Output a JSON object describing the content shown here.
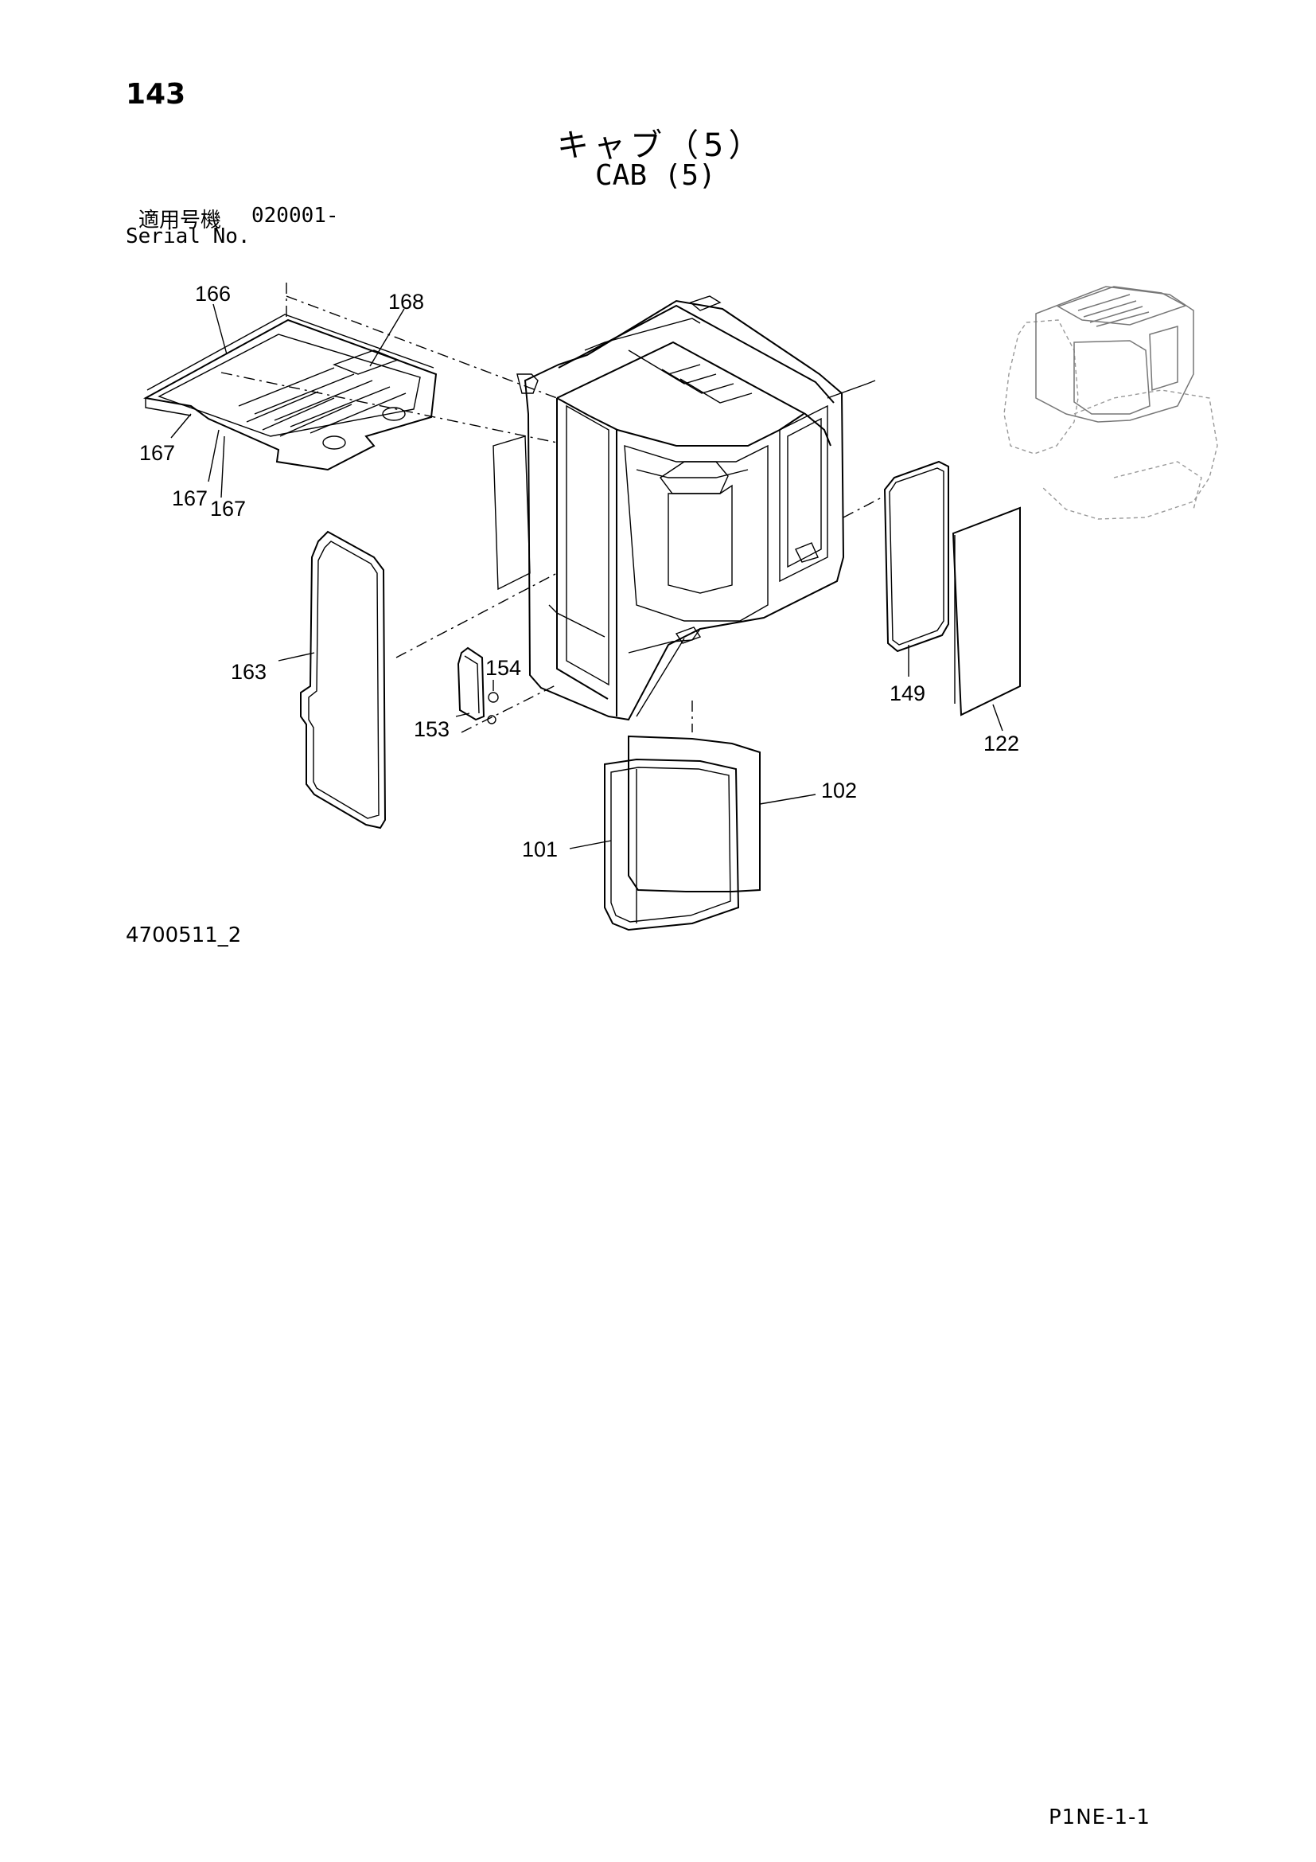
{
  "page": {
    "number": "143",
    "title_ja": "キャブ（5）",
    "title_en": "CAB (5)",
    "serial_label_ja": "適用号機",
    "serial_value": "020001-",
    "serial_label_en": "Serial No.",
    "drawing_number": "4700511_2",
    "page_code": "P1NE-1-1"
  },
  "callouts": {
    "c166": "166",
    "c168": "168",
    "c167a": "167",
    "c167b": "167",
    "c167c": "167",
    "c163": "163",
    "c154": "154",
    "c153": "153",
    "c149": "149",
    "c122": "122",
    "c102": "102",
    "c101": "101"
  }
}
